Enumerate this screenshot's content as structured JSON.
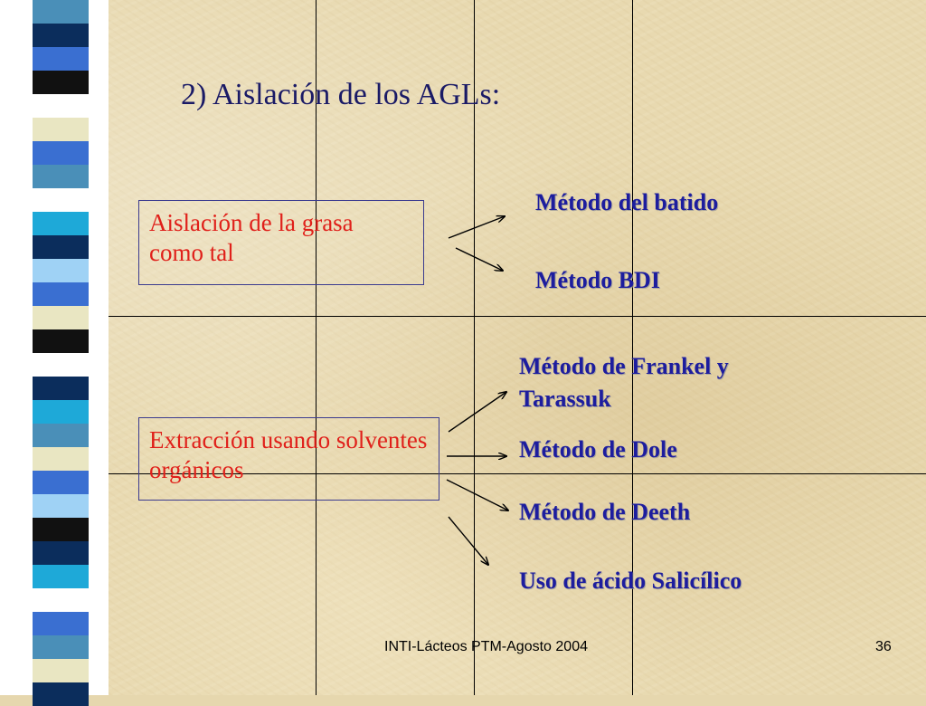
{
  "slide": {
    "title": "2) Aislación de los AGLs:",
    "groups": [
      {
        "source": "Aislación de la grasa como tal",
        "methods": [
          "Método del batido",
          "Método BDI"
        ]
      },
      {
        "source": "Extracción usando solventes orgánicos",
        "methods": [
          "Método de Frankel y Tarassuk",
          "Método de Dole",
          "Método de Deeth",
          "Uso de ácido Salicílico"
        ]
      }
    ],
    "footer": "INTI-Lácteos PTM-Agosto 2004",
    "page_number": "36"
  },
  "colors": {
    "title": "#1a1a66",
    "box_text": "#e0201a",
    "method_text": "#1d1d9e",
    "background": "#e8d9b0"
  }
}
